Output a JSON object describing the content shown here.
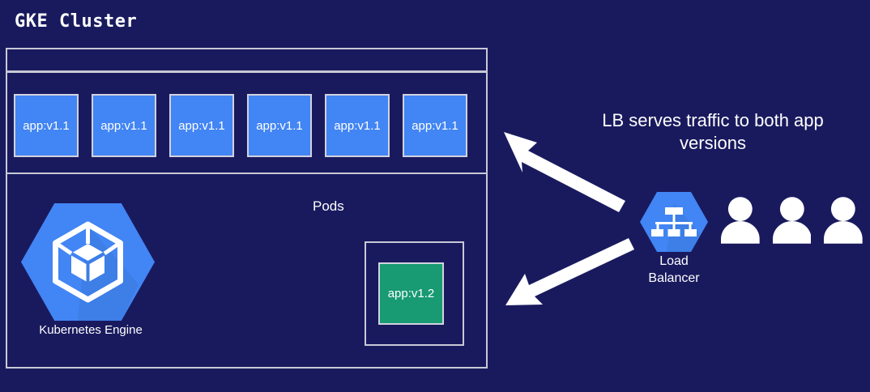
{
  "diagram": {
    "title": "GKE Cluster",
    "background_color": "#191a5e",
    "border_color": "#c9c9d6"
  },
  "cluster": {
    "pods_label": "Pods",
    "pod_color": "#4285f4",
    "pods": [
      {
        "label": "app:v1.1"
      },
      {
        "label": "app:v1.1"
      },
      {
        "label": "app:v1.1"
      },
      {
        "label": "app:v1.1"
      },
      {
        "label": "app:v1.1"
      },
      {
        "label": "app:v1.1"
      }
    ],
    "new_pod": {
      "label": "app:v1.2",
      "color": "#189a72"
    },
    "engine": {
      "label": "Kubernetes Engine",
      "icon": "kubernetes-engine-hexagon-icon",
      "color": "#4285f4"
    }
  },
  "load_balancer": {
    "label": "Load\nBalancer",
    "icon": "load-balancer-hexagon-icon",
    "color": "#4285f4"
  },
  "caption": {
    "text": "LB serves traffic to both app versions"
  },
  "users": {
    "icon": "user-person-icon",
    "count": 3,
    "color": "#ffffff"
  },
  "arrows": {
    "icon": "arrow-left-icon",
    "color": "#ffffff",
    "count": 2
  }
}
